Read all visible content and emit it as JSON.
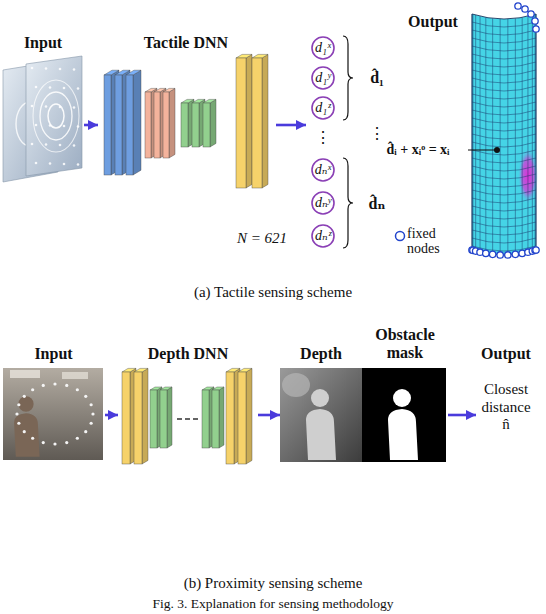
{
  "diagram": {
    "caption": "Fig. 3. Explanation for sensing methodology",
    "nodes": [
      {
        "text": [
          "Input"
        ]
      },
      {
        "text": [
          "Tactile DNN"
        ]
      },
      {
        "text": [
          "d₁ˣ"
        ]
      },
      {
        "text": [
          "d₁ʸ"
        ]
      },
      {
        "text": [
          "d₁ᶻ"
        ]
      },
      {
        "text": [
          "dₙˣ"
        ]
      },
      {
        "text": [
          "dₙʸ"
        ]
      },
      {
        "text": [
          "dₙᶻ"
        ]
      },
      {
        "text": [
          "Input"
        ]
      },
      {
        "text": [
          "Depth DNN"
        ]
      },
      {
        "text": [
          "Depth"
        ]
      },
      {
        "text": [
          "Obstacle mask"
        ]
      },
      {
        "text": [
          "Output",
          "Closest distance n̂"
        ]
      }
    ],
    "edges": [
      {
        "from": 0,
        "to": 1,
        "arrow": "to"
      },
      {
        "from": 8,
        "to": 9,
        "arrow": "to"
      },
      {
        "from": 9,
        "to": 10,
        "arrow": "to"
      },
      {
        "from": 11,
        "to": 12,
        "arrow": "to"
      }
    ],
    "labels": [
      "Output",
      "⋮",
      "d̂₁",
      "⋮",
      "d̂ₙ",
      "d̂ᵢ + xᵢᵒ = xᵢ",
      "N = 621",
      "(a) Tactile sensing scheme",
      "(b) Proximity sensing scheme"
    ],
    "legend": [
      {
        "text": "fixed nodes"
      }
    ]
  }
}
